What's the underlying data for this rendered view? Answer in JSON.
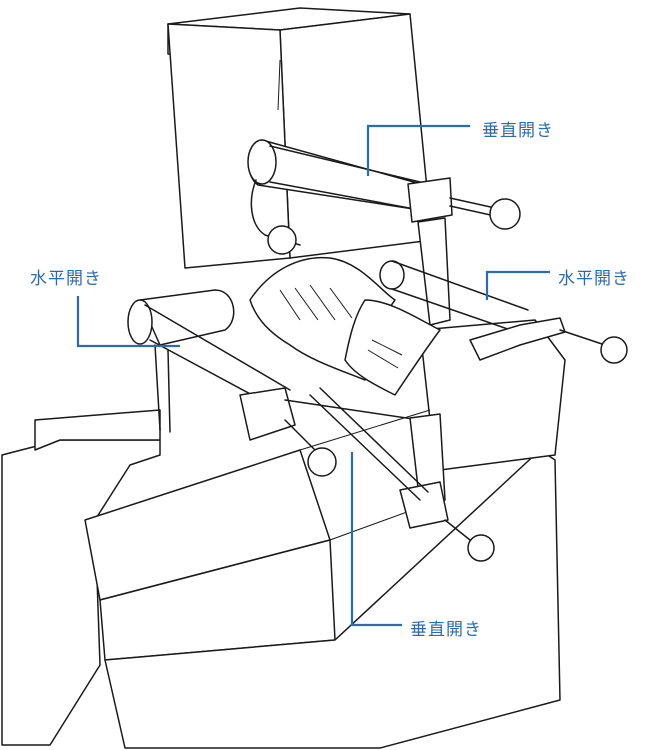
{
  "labels": {
    "vertical_top": "垂直開き",
    "horizontal_left": "水平開き",
    "horizontal_right": "水平開き",
    "vertical_bottom": "垂直開き"
  },
  "colors": {
    "label": "#2b6cb0",
    "line": "#1a1a1a",
    "background": "#ffffff"
  }
}
